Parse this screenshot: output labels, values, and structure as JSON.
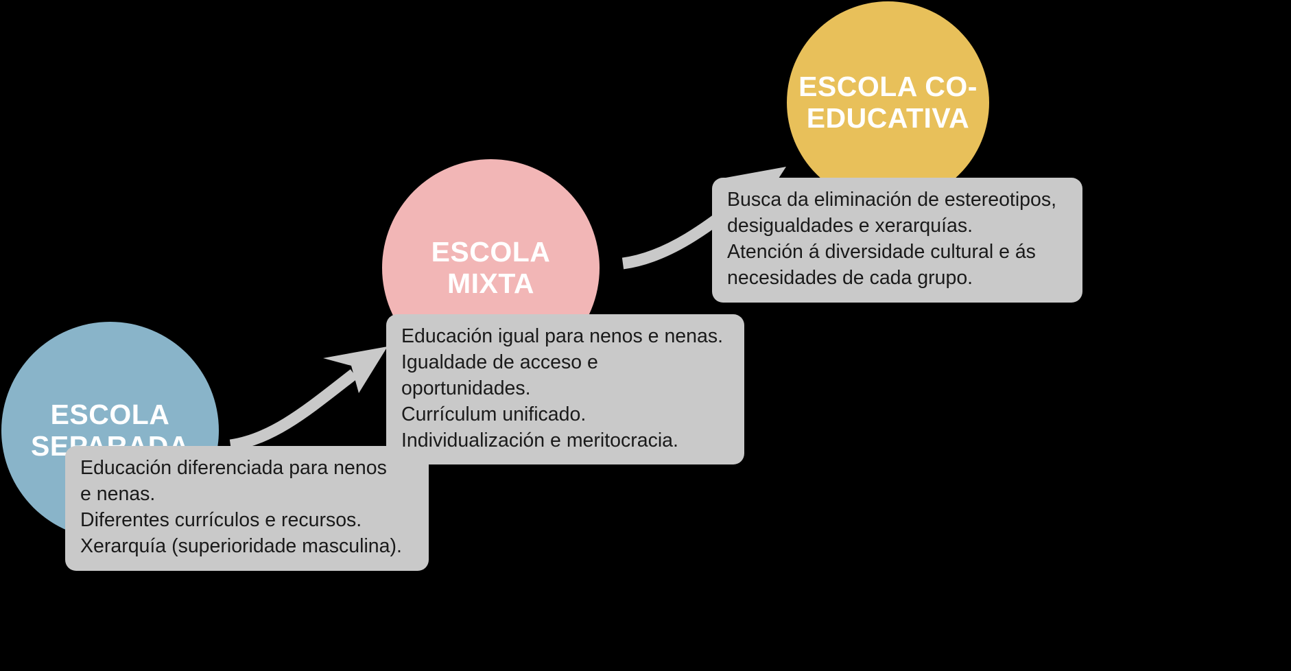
{
  "diagram": {
    "title_omitted": "",
    "background_color": "#000000",
    "nodes": [
      {
        "id": "escola-separada",
        "label": "ESCOLA\nSEPARADA",
        "label_line1": "ESCOLA",
        "label_line2": "SEPARADA",
        "color": "#89b4c9",
        "note": "Educación diferenciada para nenos\ne nenas.\nDiferentes currículos e recursos.\nXerarquía (superioridade masculina).",
        "note_lines": [
          "Educación diferenciada para nenos",
          "e nenas.",
          "Diferentes currículos e recursos.",
          "Xerarquía (superioridade masculina)."
        ]
      },
      {
        "id": "escola-mixta",
        "label": "ESCOLA\nMIXTA",
        "label_line1": "ESCOLA",
        "label_line2": "MIXTA",
        "color": "#f2b6b6",
        "note": "Educación igual para nenos e nenas.\nIgualdade de acceso e oportunidades.\nCurrículum unificado.\nIndividualización e meritocracia.",
        "note_lines": [
          "Educación igual para nenos e nenas.",
          "Igualdade de acceso e oportunidades.",
          "Currículum unificado.",
          "Individualización e meritocracia."
        ]
      },
      {
        "id": "escola-co-educativa",
        "label": "ESCOLA CO-\nEDUCATIVA",
        "label_line1": "ESCOLA CO-",
        "label_line2": "EDUCATIVA",
        "color": "#e8c05a",
        "note": "Busca da eliminación de estereotipos,\ndesigualdades e xerarquías.\nAtención á diversidade cultural e ás\nnecesidades de cada grupo.",
        "note_lines": [
          "Busca da eliminación de estereotipos,",
          "desigualdades e xerarquías.",
          "Atención á diversidade cultural e ás",
          "necesidades de cada grupo."
        ]
      }
    ],
    "connectors": [
      {
        "id": "arrow-separada-to-mixta",
        "from": "escola-separada",
        "to": "escola-mixta",
        "color": "#c9c9c9",
        "style": "curved-arrow"
      },
      {
        "id": "arrow-mixta-to-coeducativa",
        "from": "escola-mixta",
        "to": "escola-co-educativa",
        "color": "#c9c9c9",
        "style": "curved-arrow"
      }
    ],
    "note_box_color": "#c9c9c9",
    "note_text_color": "#1a1a1a",
    "circle_text_color": "#ffffff"
  }
}
